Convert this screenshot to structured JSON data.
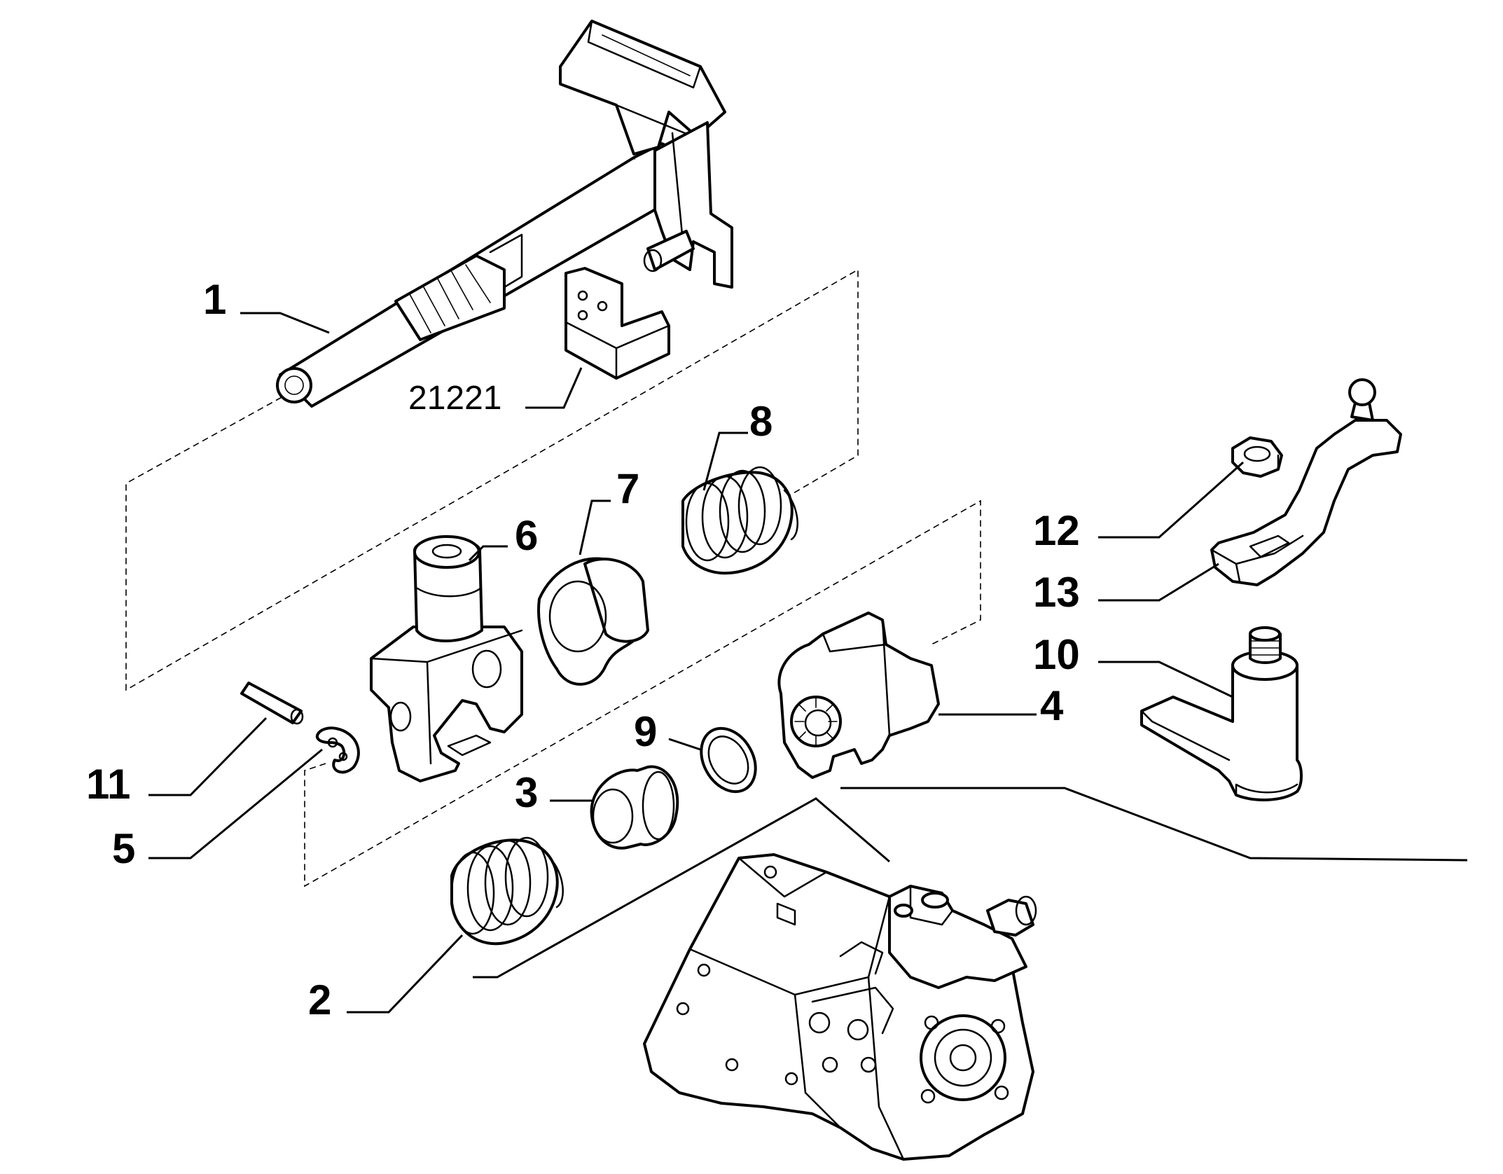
{
  "callouts": [
    {
      "id": "1",
      "label": "1"
    },
    {
      "id": "2",
      "label": "2"
    },
    {
      "id": "3",
      "label": "3"
    },
    {
      "id": "4",
      "label": "4"
    },
    {
      "id": "5",
      "label": "5"
    },
    {
      "id": "6",
      "label": "6"
    },
    {
      "id": "7",
      "label": "7"
    },
    {
      "id": "8",
      "label": "8"
    },
    {
      "id": "9",
      "label": "9"
    },
    {
      "id": "10",
      "label": "10"
    },
    {
      "id": "11",
      "label": "11"
    },
    {
      "id": "12",
      "label": "12"
    },
    {
      "id": "13",
      "label": "13"
    }
  ],
  "reference": {
    "code": "21221"
  },
  "colors": {
    "ink": "#000000",
    "paper": "#ffffff"
  }
}
